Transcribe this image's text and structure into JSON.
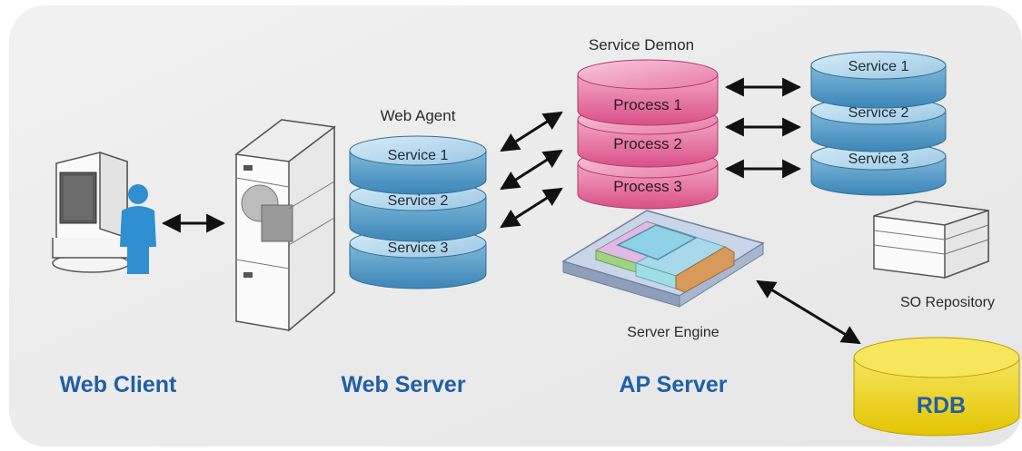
{
  "labels": {
    "web_client": "Web Client",
    "web_server": "Web Server",
    "ap_server": "AP Server",
    "rdb": "RDB",
    "web_agent": "Web Agent",
    "service_demon": "Service Demon",
    "server_engine": "Server Engine",
    "so_repository": "SO Repository"
  },
  "web_agent_services": [
    "Service 1",
    "Service 2",
    "Service 3"
  ],
  "demon_processes": [
    "Process 1",
    "Process 2",
    "Process 3"
  ],
  "repository_services": [
    "Service 1",
    "Service 2",
    "Service 3"
  ],
  "colors": {
    "panel_bg": "#eeeeee",
    "section_text": "#1f5fa8",
    "service_disk": "#5b9fc8",
    "process_disk": "#e06a9a",
    "rdb_disk": "#f2d81e",
    "person": "#2f8fd0"
  },
  "icons": [
    "computer-monitor-icon",
    "person-icon",
    "server-tower-icon",
    "rack-server-icon",
    "double-arrow-icon"
  ]
}
